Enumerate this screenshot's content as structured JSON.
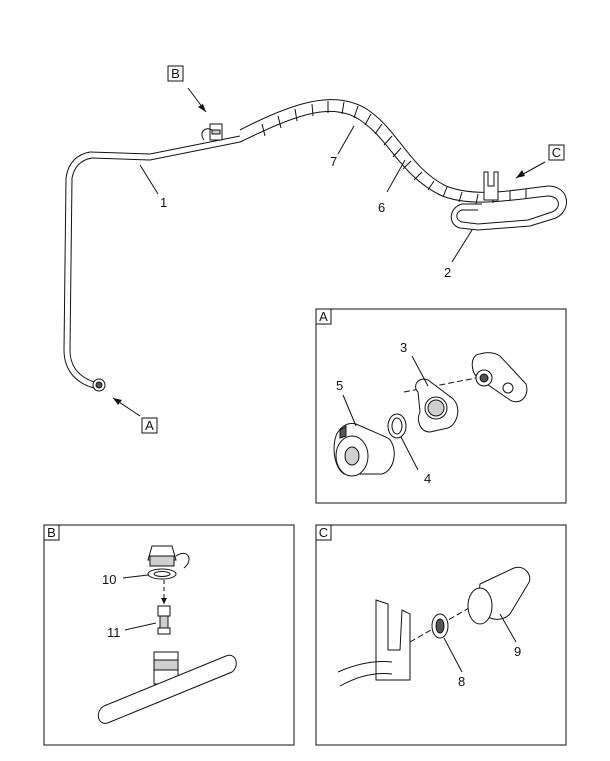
{
  "callouts": {
    "c1": "1",
    "c2": "2",
    "c3": "3",
    "c4": "4",
    "c5": "5",
    "c6": "6",
    "c7": "7",
    "c8": "8",
    "c9": "9",
    "c10": "10",
    "c11": "11"
  },
  "view_tags": {
    "a": "A",
    "b": "B",
    "c": "C"
  },
  "panel_tags": {
    "a": "A",
    "b": "B",
    "c": "C"
  },
  "colors": {
    "line": "#111111",
    "shade": "#cfcfcf",
    "background": "#ffffff"
  }
}
